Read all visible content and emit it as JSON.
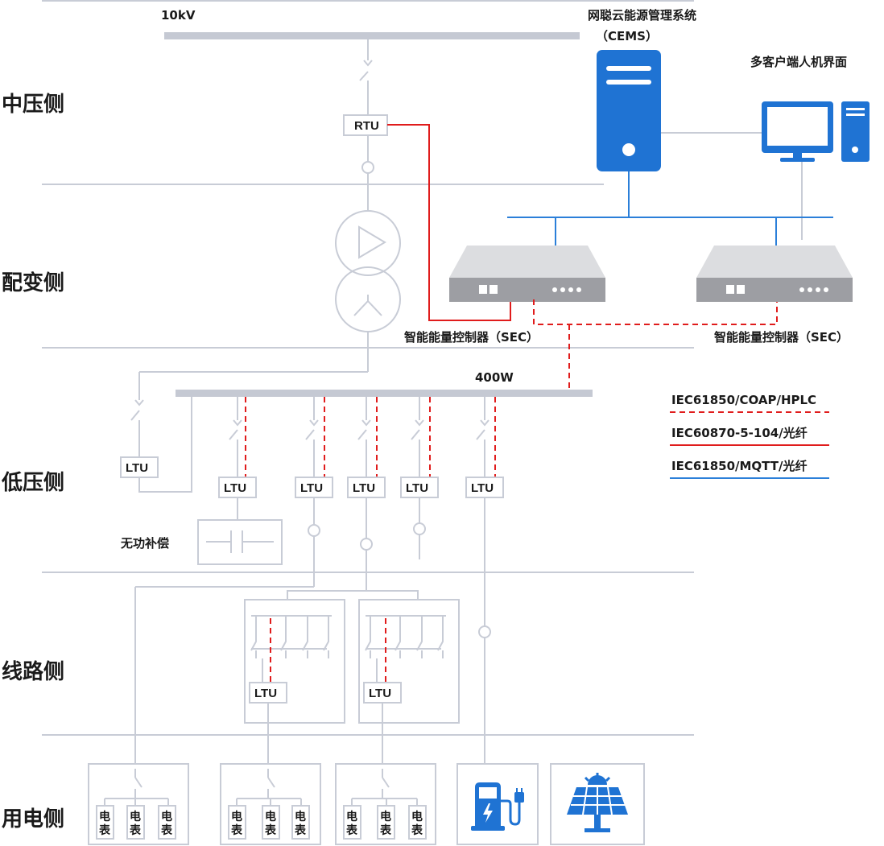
{
  "voltages": {
    "mv": "10kV",
    "lv": "400W"
  },
  "sections": {
    "mv": "中压侧",
    "transformer": "配变侧",
    "lv": "低压侧",
    "line": "线路侧",
    "consumer": "用电侧"
  },
  "cems": {
    "name": "网聪云能源管理系统",
    "abbr": "（CEMS）"
  },
  "hmi": {
    "label": "多客户端人机界面"
  },
  "sec": {
    "left_label": "智能能量控制器（SEC）",
    "right_label": "智能能量控制器（SEC）"
  },
  "devices": {
    "rtu": "RTU",
    "ltu": "LTU",
    "compensation": "无功补偿",
    "meter": "电表",
    "meter_line1": "电",
    "meter_line2": "表"
  },
  "legend": [
    {
      "label": "IEC61850/COAP/HPLC",
      "color": "#e01c1c",
      "style": "dashed"
    },
    {
      "label": "IEC60870-5-104/光纤",
      "color": "#e01c1c",
      "style": "solid"
    },
    {
      "label": "IEC61850/MQTT/光纤",
      "color": "#2b7fd9",
      "style": "solid"
    }
  ],
  "colors": {
    "grey": "#c8ccd6",
    "red": "#e01c1c",
    "blue": "#2b7fd9",
    "server_blue": "#1f73d3"
  }
}
